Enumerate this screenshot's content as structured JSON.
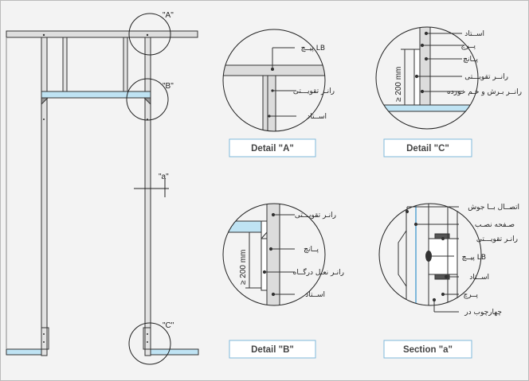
{
  "callouts": {
    "A": "\"A\"",
    "B": "\"B\"",
    "C": "\"C\"",
    "a": "\"a\""
  },
  "captions": {
    "detail_a": "Detail \"A\"",
    "detail_c": "Detail \"C\"",
    "detail_b": "Detail \"B\"",
    "section_a": "Section \"a\""
  },
  "detail_a": {
    "screw": "پیــچ LB",
    "runner": "رانـر تقویـــتی",
    "stud": "اســتاد"
  },
  "detail_c": {
    "stud": "اســتاد",
    "tab": "پــرچ",
    "punch": "پــانچ",
    "runner": "رانــر تقویـــتی",
    "cut_runner": "رانــر بـرش و خـم خورده",
    "dim": "≥ 200 mm"
  },
  "detail_b": {
    "runner": "رانـر تقویـــتی",
    "punch": "پــانچ",
    "sill": "رانـر نعـل درگــاه",
    "stud": "اســتاد",
    "dim": "≥ 200 mm"
  },
  "section_a": {
    "weld": "اتصــال بــا جوش",
    "plate": "صـفحه نصـب",
    "runner": "رانـر تقویـــتی",
    "screw": "پیــچ LB",
    "stud": "اســتاد",
    "tab": "پــرچ",
    "frame": "چهارچوب در"
  },
  "colors": {
    "board": "#bfe3f3",
    "stud_fill": "#dcdcdc",
    "line": "#333333",
    "caption_border": "#3b9bd4"
  }
}
